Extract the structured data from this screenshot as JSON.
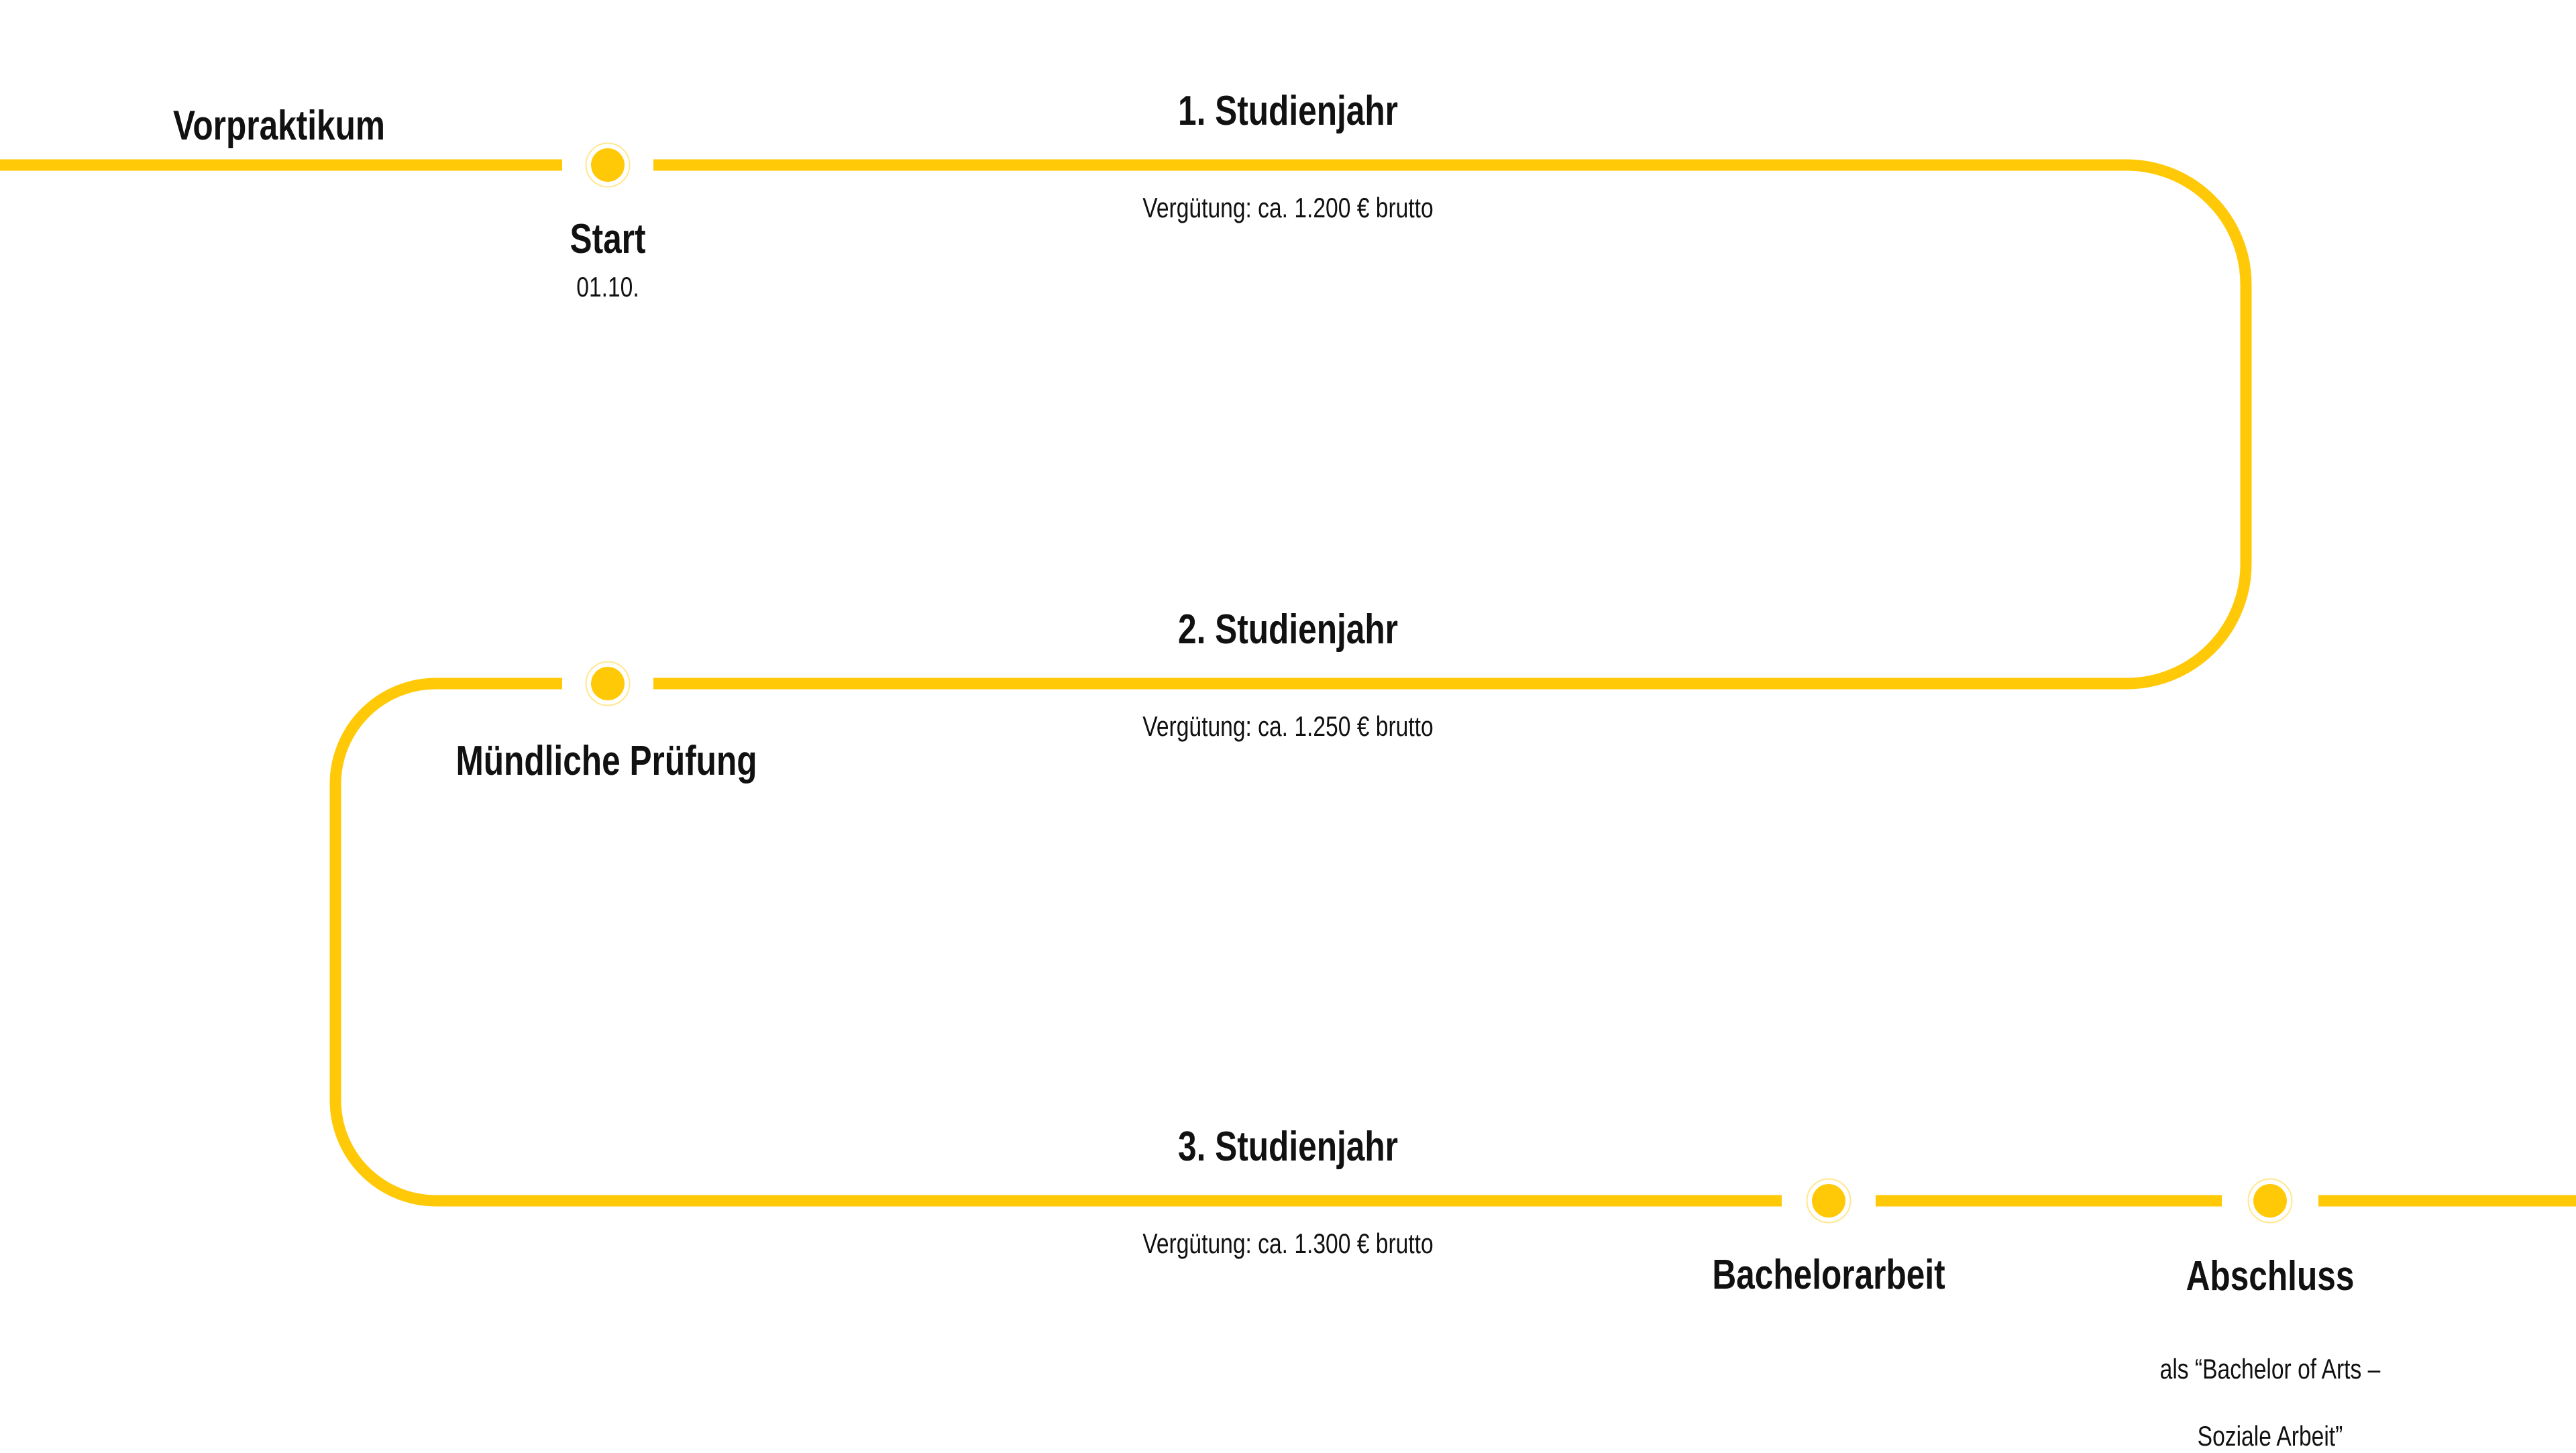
{
  "colors": {
    "accent": "#FFC907",
    "text": "#111111",
    "background": "#FFFFFF"
  },
  "timeline": {
    "phases": [
      {
        "label": "Vorpraktikum"
      },
      {
        "label": "1. Studienjahr",
        "sublabel": "Vergütung: ca. 1.200 € brutto"
      },
      {
        "label": "2. Studienjahr",
        "sublabel": "Vergütung: ca. 1.250 € brutto"
      },
      {
        "label": "3. Studienjahr",
        "sublabel": "Vergütung: ca. 1.300 € brutto"
      }
    ],
    "milestones": [
      {
        "label": "Start",
        "sublabel": "01.10."
      },
      {
        "label": "Mündliche Prüfung"
      },
      {
        "label": "Bachelorarbeit"
      },
      {
        "label": "Abschluss",
        "sublabel_line1": "als “Bachelor of Arts –",
        "sublabel_line2": "Soziale Arbeit”"
      }
    ]
  }
}
